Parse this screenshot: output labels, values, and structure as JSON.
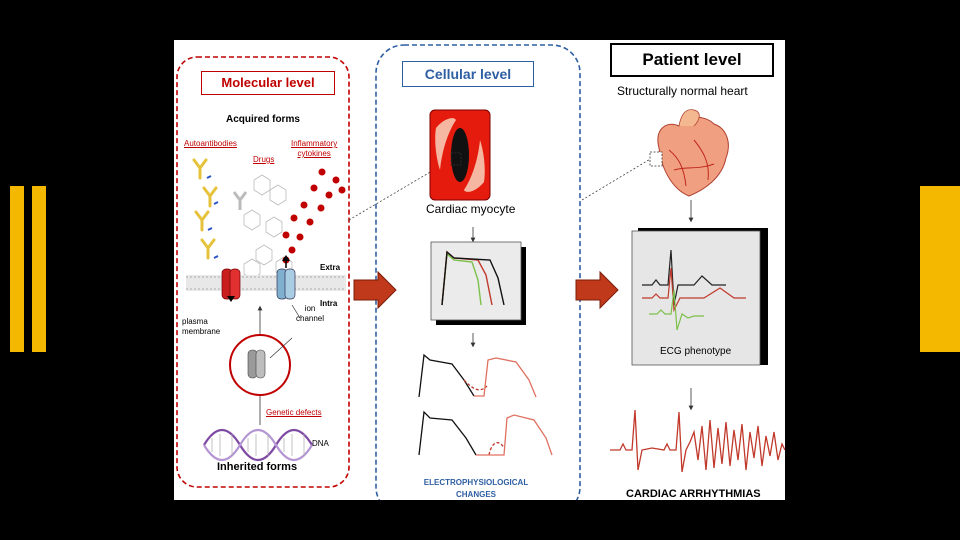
{
  "molecular": {
    "title": "Molecular level",
    "acquired": "Acquired forms",
    "autoantibodies": "Autoantibodies",
    "drugs": "Drugs",
    "cytokines_1": "Inflammatory",
    "cytokines_2": "cytokines",
    "extra": "Extra",
    "intra": "Intra",
    "plasma_1": "plasma",
    "plasma_2": "membrane",
    "ion_1": "ion",
    "ion_2": "channel",
    "genetic": "Genetic defects",
    "dna": "DNA",
    "inherited": "Inherited forms"
  },
  "cellular": {
    "title": "Cellular level",
    "myocyte": "Cardiac myocyte",
    "ep_1": "ELECTROPHYSIOLOGICAL",
    "ep_2": "CHANGES"
  },
  "patient": {
    "title": "Patient level",
    "subtitle": "Structurally normal heart",
    "ecg": "ECG phenotype",
    "arrhythmias": "CARDIAC ARRHYTHMIAS"
  },
  "colors": {
    "accent_yellow": "#f5b800",
    "molecular_red": "#c00000",
    "cellular_blue": "#2e5fa3",
    "arrow_red": "#c0391b",
    "ecg_green": "#7cc04a"
  }
}
